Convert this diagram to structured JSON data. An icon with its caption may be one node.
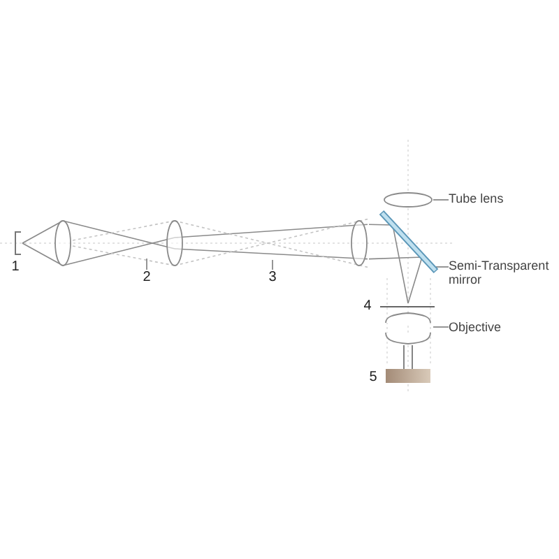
{
  "diagram": {
    "nodes": [
      {
        "text": [
          "Tube lens"
        ]
      },
      {
        "text": [],
        "shape": "ellipse"
      },
      {
        "text": [
          "Semi-Transparent mirror"
        ]
      },
      {
        "text": [],
        "shape": "bar"
      },
      {
        "text": [
          "2"
        ]
      },
      {
        "text": [
          "3"
        ]
      },
      {
        "text": [],
        "shape": "line",
        "beside": [
          "4"
        ]
      },
      {
        "text": [
          "Objective"
        ]
      },
      {
        "text": [],
        "shape": "lens"
      }
    ],
    "edges": [
      {
        "from": 0,
        "to": 1,
        "arrow": "none"
      },
      {
        "from": 2,
        "to": 3,
        "arrow": "none"
      },
      {
        "from": 4,
        "to": null,
        "arrow": "none"
      },
      {
        "from": 5,
        "to": null,
        "arrow": "none"
      },
      {
        "from": 7,
        "to": 8,
        "arrow": "none"
      }
    ],
    "labels": [
      "1",
      "5"
    ]
  }
}
